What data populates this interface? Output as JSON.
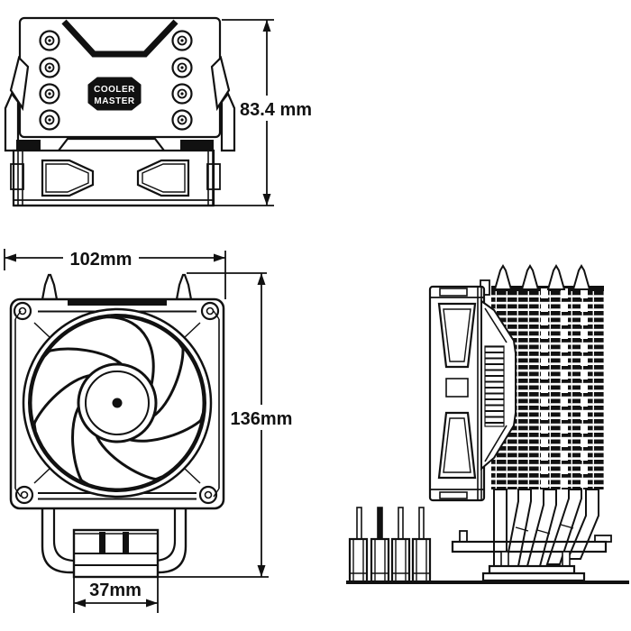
{
  "logo": {
    "line1": "COOLER",
    "line2": "MASTER"
  },
  "dimensions": {
    "top_view_height": "83.4 mm",
    "front_view_width": "102mm",
    "front_view_height": "136mm",
    "base_width": "37mm"
  },
  "colors": {
    "line": "#111111",
    "background": "#ffffff"
  }
}
